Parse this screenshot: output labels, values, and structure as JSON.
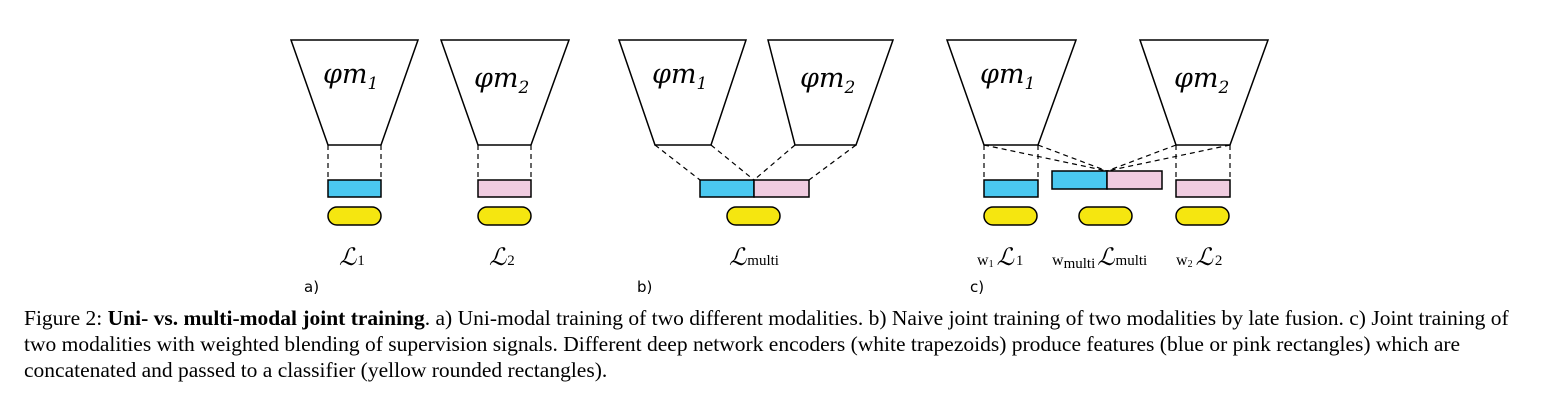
{
  "diagram": {
    "encoders": {
      "phi": "φ",
      "m": "m",
      "sub1": "1",
      "sub2": "2"
    },
    "losses": {
      "L": "ℒ",
      "sub1": "1",
      "sub2": "2",
      "submulti": "multi"
    },
    "weights": {
      "w": "w",
      "w1_sub": "1",
      "w2_sub": "2",
      "wmulti_sub": "multi"
    },
    "panels": {
      "a": "a)",
      "b": "b)",
      "c": "c)"
    },
    "colors": {
      "feature_blue": "#4ac8f0",
      "feature_pink": "#f0cce0",
      "classifier_yellow": "#f5e610"
    }
  },
  "caption": {
    "prefix": "Figure 2: ",
    "title": "Uni- vs. multi-modal joint training",
    "body": ". a) Uni-modal training of two different modalities. b) Naive joint training of two modalities by late fusion. c) Joint training of two modalities with weighted blending of supervision signals. Different deep network encoders (white trapezoids) produce features (blue or pink rectangles) which are concatenated and passed to a classifier (yellow rounded rectangles)."
  }
}
